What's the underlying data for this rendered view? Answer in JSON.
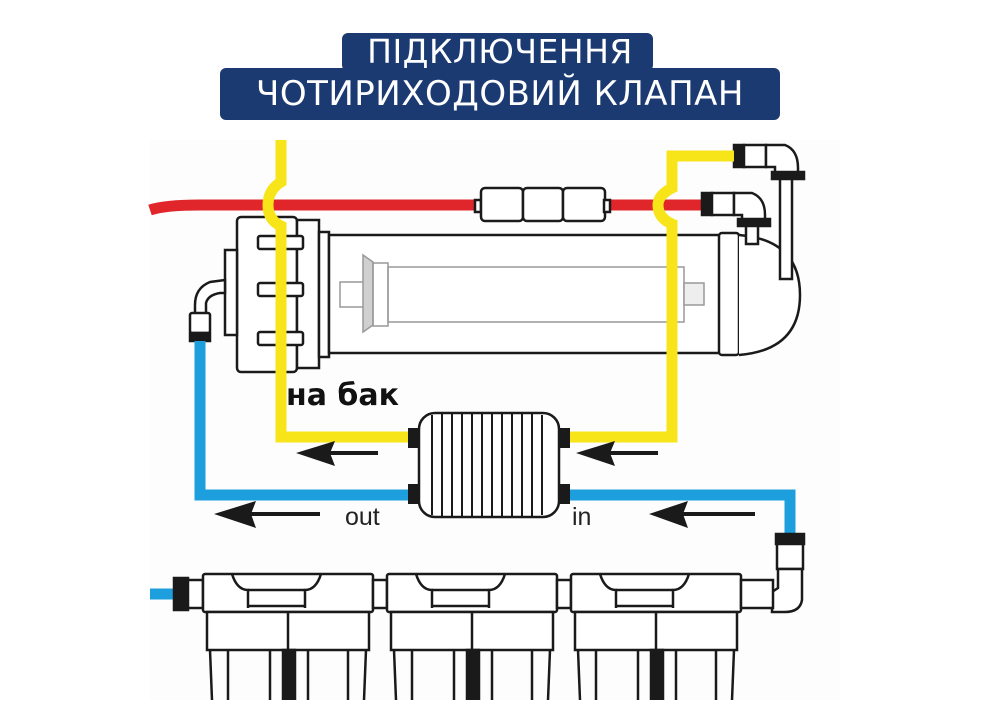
{
  "title": {
    "line1": "ПІДКЛЮЧЕННЯ",
    "line2": "ЧОТИРИХОДОВИЙ КЛАПАН"
  },
  "labels": {
    "to_tank": "на бак",
    "out": "out",
    "in": "in"
  },
  "colors": {
    "title_bg": "#1b3a72",
    "yellow_line": "#f7e51a",
    "red_line": "#e0262b",
    "blue_line": "#1c9fdc",
    "outline": "#1a1a1a"
  },
  "components": [
    "ro-membrane-housing",
    "post-filter-inline",
    "four-way-valve",
    "pre-filter-housings",
    "elbow-fittings"
  ]
}
